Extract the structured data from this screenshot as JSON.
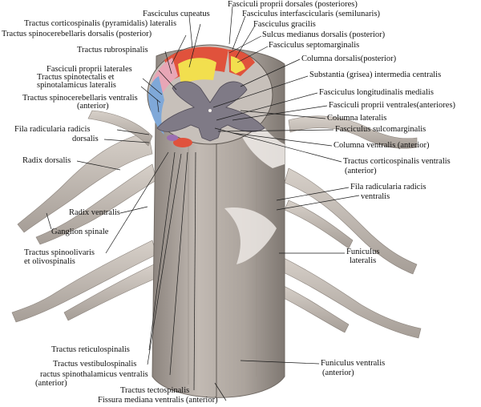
{
  "labels": {
    "fasciculus_cuneatus": "Fasciculus cuneatus",
    "fasciculi_proprii_dorsales": "Fasciculi proprii dorsales (posteriores)",
    "fasciculus_interfascicularis": "Fasciculus interfascicularis (semilunaris)",
    "tractus_corticospinalis_lateralis": "Tractus corticospinalis (pyramidalis) lateralis",
    "fasciculus_gracilis": "Fasciculus gracilis",
    "tractus_spinocerebellaris_dorsalis": "Tractus spinocerebellaris dorsalis (posterior)",
    "sulcus_medianus_dorsalis": "Sulcus medianus dorsalis (posterior)",
    "tractus_rubrospinalis": "Tractus rubrospinalis",
    "fasciculus_septomarginalis": "Fasciculus septomarginalis",
    "columna_dorsalis": "Columna dorsalis(posterior)",
    "fasciculi_proprii_laterales": "Fasciculi proprii laterales",
    "tractus_spinotectalis_1": "Tractus spinotectalis et",
    "tractus_spinotectalis_2": "spinotalamicus lateralis",
    "substantia_intermedia": "Substantia (grisea) intermedia centralis",
    "tractus_spinocerebellaris_ventralis_1": "Tractus spinocerebellaris ventralis",
    "tractus_spinocerebellaris_ventralis_2": "(anterior)",
    "fasciculus_longitudinalis": "Fasciculus longitudinalis medialis",
    "fasciculi_proprii_ventrales": "Fasciculi proprii ventrales(anteriores)",
    "columna_lateralis": "Columna lateralis",
    "fila_dorsalis_1": "Fila radicularia  radicis",
    "fila_dorsalis_2": "dorsalis",
    "fasciculus_sulcomarginalis": "Fasciculus sulcomarginalis",
    "columna_ventralis": "Columna ventralis (anterior)",
    "radix_dorsalis": "Radix dorsalis",
    "tractus_corticospinalis_ventralis_1": "Tractus corticospinalis ventralis",
    "tractus_corticospinalis_ventralis_2": "(anterior)",
    "fila_ventralis_1": "Fila radicularia radicis",
    "fila_ventralis_2": "ventralis",
    "radix_ventralis": "Radix ventralis",
    "ganglion_spinale": "Ganglion spinale",
    "tractus_spinoolivaris_1": "Tractus spinoolivaris",
    "tractus_spinoolivaris_2": "et olivospinalis",
    "funiculus_lateralis_1": "Funiculus",
    "funiculus_lateralis_2": "lateralis",
    "tractus_reticulospinalis": "Tractus reticulospinalis",
    "tractus_vestibulospinalis": "Tractus vestibulospinalis",
    "funiculus_ventralis_1": "Funiculus ventralis",
    "funiculus_ventralis_2": "(anterior)",
    "tractus_spinothalamicus_ventralis_1": "ractus spinothalamicus ventralis",
    "tractus_spinothalamicus_ventralis_2": "(anterior)",
    "tractus_tectospinalis": "Tractus tectospinalis",
    "fissura_mediana_ventralis": "Fissura mediana ventralis (anterior)"
  },
  "colors": {
    "background": "#ffffff",
    "cord": "#b4aca6",
    "cord_shadow": "#8e8680",
    "cord_light": "#d8d2cc",
    "gray_matter": "#7f7a86",
    "root": "#c9c2bb",
    "tract_red": "#e0523c",
    "tract_yellow": "#f2df4e",
    "tract_blue": "#7fa8d8",
    "tract_pink": "#e8a6b6",
    "tract_purple": "#9b6fb2",
    "leader": "#1a1a1a"
  }
}
